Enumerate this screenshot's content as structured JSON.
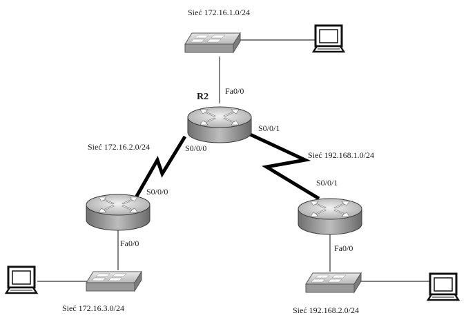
{
  "networks": {
    "top": "Sieć 172.16.1.0/24",
    "left_serial": "Sieć 172.16.2.0/24",
    "right_serial": "Sieć 192.168.1.0/24",
    "bottom_left": "Sieć 172.16.3.0/24",
    "bottom_right": "Sieć 192.168.2.0/24"
  },
  "routers": {
    "center": {
      "name": "R2"
    }
  },
  "interfaces": {
    "r2_fa": "Fa0/0",
    "r2_s000": "S0/0/0",
    "r2_s001": "S0/0/1",
    "left_s000": "S0/0/0",
    "left_fa": "Fa0/0",
    "right_s001": "S0/0/1",
    "right_fa": "Fa0/0"
  },
  "icons": [
    "router-icon",
    "switch-icon",
    "computer-icon"
  ]
}
